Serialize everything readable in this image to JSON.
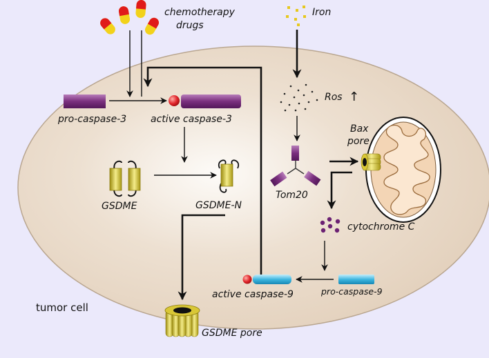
{
  "labels": {
    "chemotherapy_line1": "chemotherapy",
    "chemotherapy_line2": "drugs",
    "iron": "Iron",
    "ros": "Ros",
    "ros_arrow": "↑",
    "pro_caspase3": "pro-caspase-3",
    "active_caspase3": "active caspase-3",
    "gsdme": "GSDME",
    "gsdme_n": "GSDME-N",
    "bax_line1": "Bax",
    "bax_line2": "pore",
    "tom20": "Tom20",
    "cytochrome_c": "cytochrome C",
    "active_caspase9": "active caspase-9",
    "pro_caspase9": "pro-caspase-9",
    "tumor_cell": "tumor cell",
    "gsdme_pore": "GSDME pore"
  },
  "colors": {
    "background": "#ebe9fb",
    "cell": "#e6d5c2",
    "caspase3": "#7a2f7e",
    "caspase9": "#3fb7e0",
    "gsdme": "#d9c736",
    "mitochondrion": "#f3d5b5",
    "red_dot": "#e2262c",
    "capsule_red": "#e01a1a",
    "capsule_yellow": "#f2d21a"
  }
}
